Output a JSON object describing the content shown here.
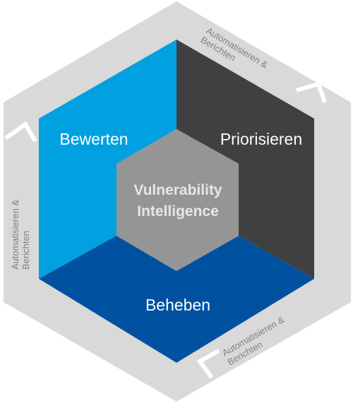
{
  "diagram": {
    "center": {
      "line1": "Vulnerability",
      "line2": "Intelligence"
    },
    "segments": {
      "assess": "Bewerten",
      "prioritize": "Priorisieren",
      "remediate": "Beheben"
    },
    "ring": {
      "top_right": {
        "line1": "Automatisieren &",
        "line2": "Berichten"
      },
      "left": {
        "line1": "Automatisieren &",
        "line2": "Berichten"
      },
      "bottom_right": {
        "line1": "Automatisieren &",
        "line2": "Berichten"
      }
    },
    "colors": {
      "ring": "#d9d9d9",
      "assess": "#00a0e1",
      "prioritize": "#404040",
      "remediate": "#0052a0",
      "center": "#959595"
    }
  }
}
